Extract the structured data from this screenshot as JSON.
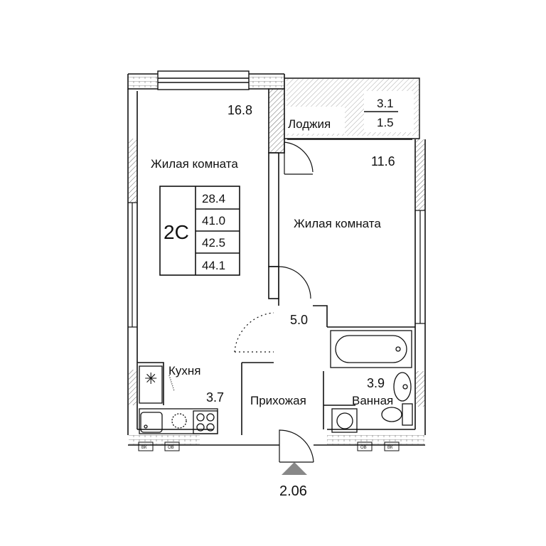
{
  "rooms": {
    "living_left": {
      "name": "Жилая комната",
      "area": "16.8"
    },
    "living_right": {
      "name": "Жилая комната",
      "area": "11.6"
    },
    "loggia": {
      "name": "Лоджия",
      "area_full": "3.1",
      "area_reduced": "1.5"
    },
    "corridor": {
      "area": "5.0"
    },
    "kitchen": {
      "name": "Кухня",
      "area": "3.7"
    },
    "hallway": {
      "name": "Прихожая"
    },
    "bathroom": {
      "name": "Ванная",
      "area": "3.9"
    }
  },
  "summary": {
    "type_code": "2С",
    "areas": [
      "28.4",
      "41.0",
      "42.5",
      "44.1"
    ]
  },
  "floor_mark": "2.06",
  "small_marks": {
    "bk": "ВК",
    "ov": "ОВ"
  },
  "colors": {
    "line": "#111111",
    "hatch": "#555555",
    "fixture": "#777777"
  }
}
